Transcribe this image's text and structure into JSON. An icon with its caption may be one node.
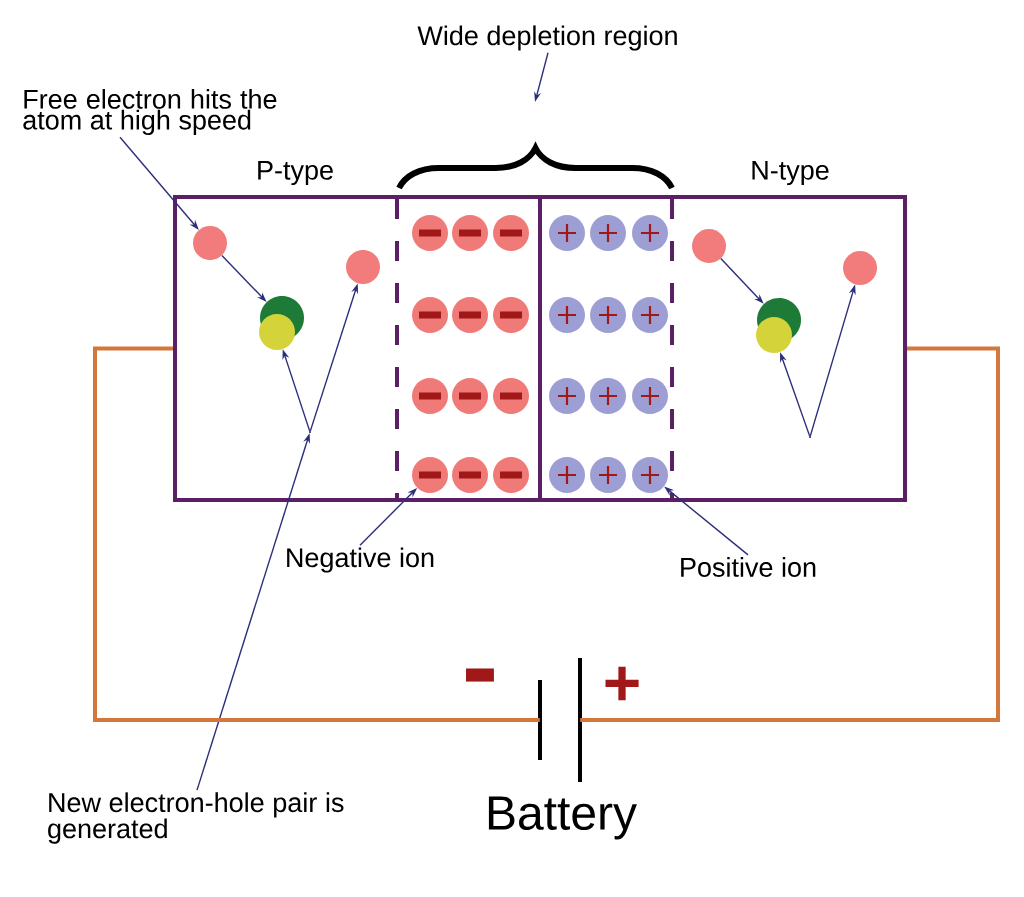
{
  "diagram": {
    "nodes": [
      {
        "text": [
          "Wide depletion region"
        ]
      },
      {
        "text": [
          "Free electron hits the atom at high speed"
        ]
      },
      {
        "text": [
          "P-type"
        ]
      },
      {
        "text": [
          "N-type"
        ]
      },
      {
        "text": [
          "Negative ion"
        ]
      },
      {
        "text": [
          "Positive ion"
        ]
      },
      {
        "text": [
          "New electron-hole pair is generated"
        ]
      },
      {
        "text": [],
        "shape": "battery",
        "beside": [
          "Battery"
        ]
      },
      {
        "text": [],
        "shape": "circle",
        "in": 2
      },
      {
        "text": [],
        "shape": "circle",
        "in": 2
      },
      {
        "text": [],
        "shape": "circle",
        "in": 2
      },
      {
        "text": [],
        "shape": "circle",
        "in": 2
      },
      {
        "text": [],
        "shape": "point",
        "in": 2
      },
      {
        "text": [],
        "shape": "circle",
        "in": 3
      },
      {
        "text": [],
        "shape": "circle",
        "in": 3
      },
      {
        "text": [],
        "shape": "circle",
        "in": 3
      },
      {
        "text": [],
        "shape": "circle",
        "in": 3
      },
      {
        "text": [],
        "shape": "point",
        "in": 3
      },
      {
        "text": [],
        "shape": "circle",
        "in": 2
      },
      {
        "text": [],
        "shape": "circle",
        "in": 2
      },
      {
        "text": [],
        "shape": "circle",
        "in": 2
      },
      {
        "text": [],
        "shape": "circle",
        "in": 2
      },
      {
        "text": [],
        "shape": "circle",
        "in": 2
      },
      {
        "text": [],
        "shape": "circle",
        "in": 2
      },
      {
        "text": [],
        "shape": "circle",
        "in": 2
      },
      {
        "text": [],
        "shape": "circle",
        "in": 2
      },
      {
        "text": [],
        "shape": "circle",
        "in": 2
      },
      {
        "text": [],
        "shape": "circle",
        "in": 2
      },
      {
        "text": [],
        "shape": "circle",
        "in": 2
      },
      {
        "text": [],
        "shape": "circle",
        "in": 2
      },
      {
        "text": [],
        "shape": "circle",
        "in": 3
      },
      {
        "text": [],
        "shape": "circle",
        "in": 3
      },
      {
        "text": [],
        "shape": "circle",
        "in": 3
      },
      {
        "text": [],
        "shape": "circle",
        "in": 3
      },
      {
        "text": [],
        "shape": "circle",
        "in": 3
      },
      {
        "text": [],
        "shape": "circle",
        "in": 3
      },
      {
        "text": [],
        "shape": "circle",
        "in": 3
      },
      {
        "text": [],
        "shape": "circle",
        "in": 3
      },
      {
        "text": [],
        "shape": "circle",
        "in": 3
      },
      {
        "text": [],
        "shape": "circle",
        "in": 3
      },
      {
        "text": [],
        "shape": "circle",
        "in": 3
      },
      {
        "text": [],
        "shape": "circle",
        "in": 3
      }
    ],
    "edges": [
      {
        "from": 0,
        "to": null,
        "arrow": "to"
      },
      {
        "from": 1,
        "to": 8,
        "arrow": "to"
      },
      {
        "from": 8,
        "to": 9,
        "arrow": "to"
      },
      {
        "from": 12,
        "to": 10,
        "arrow": "to"
      },
      {
        "from": 12,
        "to": 11,
        "arrow": "to"
      },
      {
        "from": 6,
        "to": 12,
        "arrow": "to"
      },
      {
        "from": 13,
        "to": 14,
        "arrow": "to"
      },
      {
        "from": 17,
        "to": 15,
        "arrow": "to"
      },
      {
        "from": 17,
        "to": 16,
        "arrow": "to"
      },
      {
        "from": 4,
        "to": 27,
        "arrow": "to"
      },
      {
        "from": 5,
        "to": 41,
        "arrow": "to"
      },
      {
        "from": 2,
        "to": 7,
        "arrow": "none",
        "style": "thick",
        "color": "#d2783c"
      },
      {
        "from": 7,
        "to": 3,
        "arrow": "none",
        "style": "thick",
        "color": "#d2783c"
      }
    ],
    "labels": [
      "-",
      "+"
    ]
  }
}
